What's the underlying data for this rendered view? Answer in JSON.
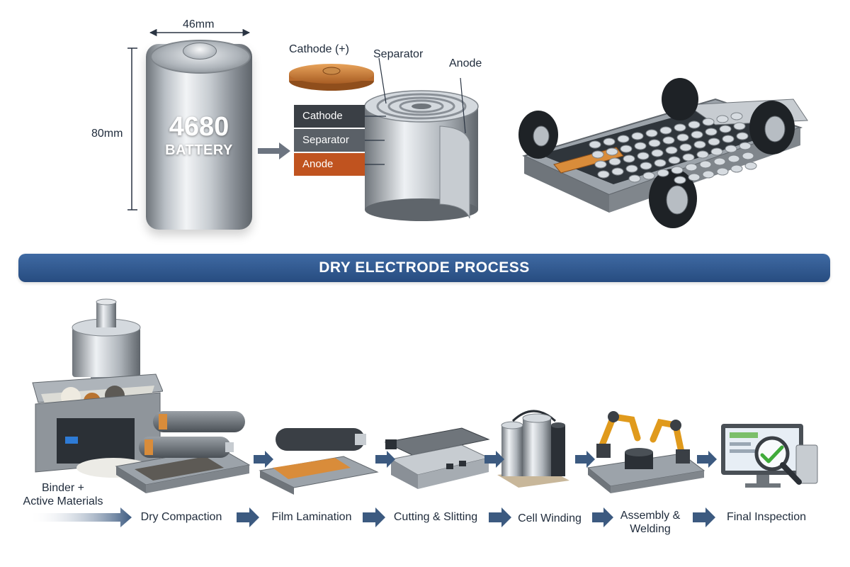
{
  "dimensions": {
    "width_label": "46mm",
    "height_label": "80mm"
  },
  "battery": {
    "model": "4680",
    "word": "BATTERY"
  },
  "cell_structure": {
    "cathode_label": "Cathode (+)",
    "separator_label": "Separator",
    "anode_label": "Anode",
    "layers": [
      "Cathode",
      "Separator",
      "Anode"
    ]
  },
  "process": {
    "title": "DRY ELECTRODE PROCESS",
    "steps": [
      "Binder +\nActive Materials",
      "Dry Compaction",
      "Film Lamination",
      "Cutting & Slitting",
      "Cell Winding",
      "Assembly &\nWelding",
      "Final Inspection"
    ]
  },
  "colors": {
    "band_top": "#3f6aa3",
    "band_bottom": "#274c80",
    "arrow": "#3c5a80",
    "copper": "#c87533",
    "anode_layer": "#c0531f",
    "steel_light": "#eef1f4",
    "steel_dark": "#6f757b",
    "check_green": "#3faa3a"
  },
  "icons": [
    "dimension-arrow-icon",
    "flow-arrow-icon",
    "checkmark-icon",
    "magnifier-icon"
  ]
}
